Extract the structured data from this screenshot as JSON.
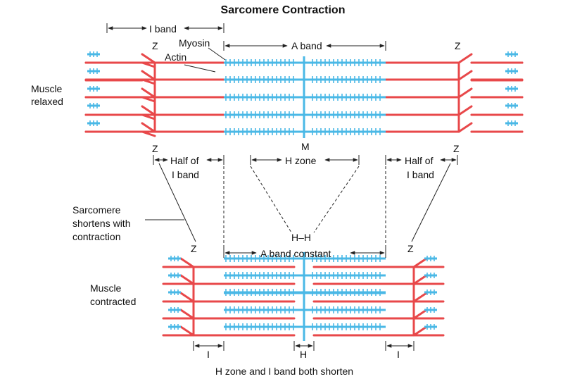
{
  "title": "Sarcomere Contraction",
  "labels": {
    "i_band": "I band",
    "a_band": "A band",
    "myosin": "Myosin",
    "actin": "Actin",
    "z": "Z",
    "m": "M",
    "muscle_relaxed": [
      "Muscle",
      "relaxed"
    ],
    "half_i_band": [
      "Half of",
      "I band"
    ],
    "h_zone": "H zone",
    "sarcomere_shortens": [
      "Sarcomere",
      "shortens with",
      "contraction"
    ],
    "h_h": "H–H",
    "a_band_constant": "A band constant",
    "muscle_contracted": [
      "Muscle",
      "contracted"
    ],
    "i": "I",
    "h": "H",
    "caption": "H zone and I band both shorten"
  },
  "colors": {
    "actin": "#e8484a",
    "myosin": "#4ab8e6",
    "text": "#111111"
  }
}
